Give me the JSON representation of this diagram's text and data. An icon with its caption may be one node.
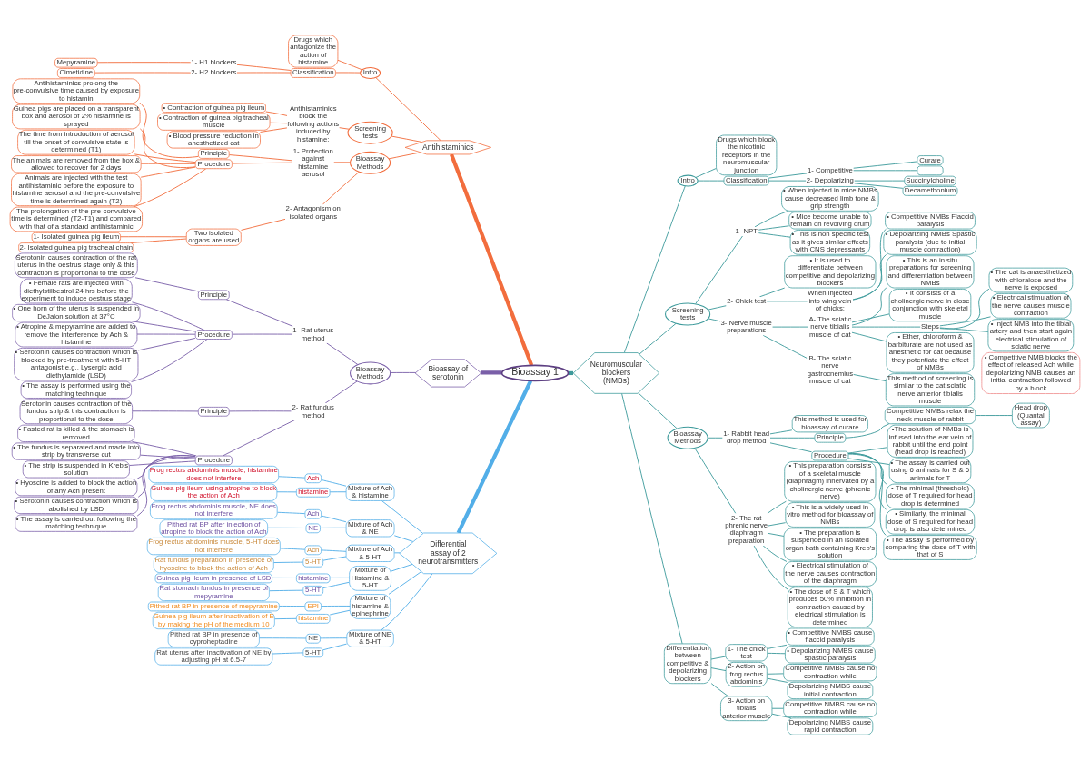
{
  "diagram": {
    "nodes": [
      {
        "text": [
          "Bioassay 1"
        ]
      },
      {
        "text": [
          "Antihistaminics"
        ]
      },
      {
        "text": [
          "Intro"
        ]
      },
      {
        "text": [
          "Drugs which antagonize the action of histamine"
        ]
      },
      {
        "text": [
          "Classification"
        ]
      },
      {
        "text": [
          "1- H1 blockers"
        ]
      },
      {
        "text": [
          "Mepyramine"
        ]
      },
      {
        "text": [
          "2- H2 blockers"
        ]
      },
      {
        "text": [
          "Cimetidine"
        ]
      },
      {
        "text": [
          "Screening tests"
        ]
      },
      {
        "text": [
          "Antihistaminics block the following actions induced by histamine:"
        ]
      },
      {
        "text": [
          "• Contraction of guinea pig ileum"
        ]
      },
      {
        "text": [
          "• Contraction of guinea pig tracheal muscle"
        ]
      },
      {
        "text": [
          "• Blood pressure reduction in anesthetized cat"
        ]
      },
      {
        "text": [
          "Bioassay Methods"
        ]
      },
      {
        "text": [
          "1- Protection against histamine aerosol"
        ]
      },
      {
        "text": [
          "Principle"
        ]
      },
      {
        "text": [
          "Antihistaminics prolong the pre-convulsive time caused by exposure to histamin"
        ]
      },
      {
        "text": [
          "Procedure"
        ]
      },
      {
        "text": [
          "Guinea pigs are placed on a transparent box and aerosol of 2% histamine is sprayed"
        ]
      },
      {
        "text": [
          "The time from introduction of aerosol till the onset of convulsive state is determined (T1)"
        ]
      },
      {
        "text": [
          "The animals are removed from the box & allowed to recover for 2 days"
        ]
      },
      {
        "text": [
          "Animals are injected with the test antihistaminic before the exposure to histamine aerosol and the pre-convulsive time is determined again (T2)"
        ]
      },
      {
        "text": [
          "The prolongation of the pre-convulsive time is determined (T2-T1) and compared with that of a standard antihistaminic"
        ]
      },
      {
        "text": [
          "2- Antagonism on isolated organs"
        ]
      },
      {
        "text": [
          "Two isolated organs are used"
        ]
      },
      {
        "text": [
          "1- Isolated guinea pig ileum"
        ]
      },
      {
        "text": [
          "2- Isolated guinea pig tracheal chain"
        ]
      },
      {
        "text": [
          "Bioassay of serotonin"
        ]
      },
      {
        "text": [
          "Bioassay Methods"
        ]
      },
      {
        "text": [
          "1- Rat uterus method"
        ]
      },
      {
        "text": [
          "Principle"
        ]
      },
      {
        "text": [
          "Serotonin causes contraction of the rat uterus in the oestrus stage only & this contraction is proportional to the dose"
        ]
      },
      {
        "text": [
          "Procedure"
        ]
      },
      {
        "text": [
          "• Female rats are injected with diethylstilbestrol 24 hrs before the experiment to induce oestrus stage"
        ]
      },
      {
        "text": [
          "• One horn of the uterus is suspended in DeJalon solution at 37°C"
        ]
      },
      {
        "text": [
          "• Atropine & mepyramine are added to remove the interference by Ach & histamine"
        ]
      },
      {
        "text": [
          "• Serotonin causes contraction which is blocked by pre-treatment with 5-HT antagonist e.g., Lysergic acid diethylamide (LSD)"
        ]
      },
      {
        "text": [
          "• The assay is performed using the matching technique"
        ]
      },
      {
        "text": [
          "2- Rat fundus method"
        ]
      },
      {
        "text": [
          "Principle"
        ]
      },
      {
        "text": [
          "Serotonin causes contraction of the fundus strip & this contraction is proportional to the dose"
        ]
      },
      {
        "text": [
          "Procedure"
        ]
      },
      {
        "text": [
          "• Fasted rat is killed & the stomach is removed"
        ]
      },
      {
        "text": [
          "• The fundus is separated and made into strip by transverse cut"
        ]
      },
      {
        "text": [
          "• The strip is suspended in Kreb's solution"
        ]
      },
      {
        "text": [
          "• Hyoscine is added to block the action of any Ach present"
        ]
      },
      {
        "text": [
          "• Serotonin causes contraction which is abolished by LSD"
        ]
      },
      {
        "text": [
          "• The assay is carried out following the matching technique"
        ]
      },
      {
        "text": [
          "Differential assay of 2 neurotransmitters"
        ]
      },
      {
        "text": [
          "Mixture of Ach & histamine"
        ]
      },
      {
        "text": [
          "Ach"
        ]
      },
      {
        "text": [
          "Frog rectus abdominis muscle, histamine does not interfere"
        ]
      },
      {
        "text": [
          "histamine"
        ]
      },
      {
        "text": [
          "Guinea pig ileum using atropine to block the action of Ach"
        ]
      },
      {
        "text": [
          "Mixture of Ach & NE"
        ]
      },
      {
        "text": [
          "Ach"
        ]
      },
      {
        "text": [
          "Frog rectus abdominis muscle, NE does not interfere"
        ]
      },
      {
        "text": [
          "NE"
        ]
      },
      {
        "text": [
          "Pithed rat BP after injection of atropine to block the action of Ach"
        ]
      },
      {
        "text": [
          "Mixture of Ach & 5-HT"
        ]
      },
      {
        "text": [
          "Ach"
        ]
      },
      {
        "text": [
          "Frog rectus abdominis muscle, 5-HT does not interfere"
        ]
      },
      {
        "text": [
          "5-HT"
        ]
      },
      {
        "text": [
          "Rat fundus preparation in presence of hyoscine to block the action of Ach"
        ]
      },
      {
        "text": [
          "Mixture of Histamine & 5-HT"
        ]
      },
      {
        "text": [
          "histamine"
        ]
      },
      {
        "text": [
          "Guinea pig ileum in presence of LSD"
        ]
      },
      {
        "text": [
          "5-HT"
        ]
      },
      {
        "text": [
          "Rat stomach fundus in presence of mepyramine"
        ]
      },
      {
        "text": [
          "Mixture of histamine & epinephrine"
        ]
      },
      {
        "text": [
          "EPI"
        ]
      },
      {
        "text": [
          "Pithed rat BP in presence of mepyramine"
        ]
      },
      {
        "text": [
          "histamine"
        ]
      },
      {
        "text": [
          "Guinea pig ileum after inactivation of E by making the pH of the medium 10"
        ]
      },
      {
        "text": [
          "Mixture of NE & 5-HT"
        ]
      },
      {
        "text": [
          "NE"
        ]
      },
      {
        "text": [
          "Pithed rat BP in presence of cyproheptadine"
        ]
      },
      {
        "text": [
          "5-HT"
        ]
      },
      {
        "text": [
          "Rat uterus after inactivation of NE by adjusting pH at 6.5-7"
        ]
      },
      {
        "text": [
          "Neuromuscular blockers (NMBs)"
        ]
      },
      {
        "text": [
          "Intro"
        ]
      },
      {
        "text": [
          "Drugs which block the nicotinic receptors in the neuromuscular junction"
        ]
      },
      {
        "text": [
          "Classification"
        ]
      },
      {
        "text": [
          "1- Competitive"
        ]
      },
      {
        "text": [
          "Curare"
        ]
      },
      {
        "text": [],
        "shape": "box"
      },
      {
        "text": [
          "2- Depolarizing"
        ]
      },
      {
        "text": [
          "Succinylcholine"
        ]
      },
      {
        "text": [
          "Decamethonium"
        ]
      },
      {
        "text": [
          "Screening tests"
        ]
      },
      {
        "text": [
          "1- NPT"
        ]
      },
      {
        "text": [
          "• When injected in mice NMBs cause decreased limb tone & grip strength"
        ]
      },
      {
        "text": [
          "• Mice become unable to remain on revolving drum"
        ]
      },
      {
        "text": [
          "• This is non specific test as it gives similar effects with CNS depressants"
        ]
      },
      {
        "text": [
          "2- Chick test"
        ]
      },
      {
        "text": [
          "• It is used to differentiate between competitive and depolarizing blockers"
        ]
      },
      {
        "text": [
          "When injected into wing vein of chicks:"
        ]
      },
      {
        "text": [
          "• Competitive NMBs Flaccid paralysis"
        ]
      },
      {
        "text": [
          "• Depolarizing NMBs Spastic paralysis (due to initial muscle contraction)"
        ]
      },
      {
        "text": [
          "3- Nerve muscle preparations"
        ]
      },
      {
        "text": [
          "A- The sciatic nerve tibialis muscle of cat"
        ]
      },
      {
        "text": [
          "• This is an in situ preparations for screening and differentiation between NMBs"
        ]
      },
      {
        "text": [
          "• It consists of a cholinergic nerve in close conjunction with skeletal muscle"
        ]
      },
      {
        "text": [
          "Steps"
        ]
      },
      {
        "text": [
          "• The cat is anaesthetized with chloralose and the nerve is exposed"
        ]
      },
      {
        "text": [
          "• Electrical stimulation of the nerve causes muscle contraction"
        ]
      },
      {
        "text": [
          "• Inject NMB into the tibial artery and then start again electrical stimulation of sciatic nerve"
        ]
      },
      {
        "text": [
          "• Ether, chloroform & barbiturate are not used as anesthetic for cat because they potentiate the effect of NMBs"
        ]
      },
      {
        "text": [
          "• Competitive NMB blocks the effect of released Ach while depolarizing NMB causes an initial contraction followed by a block"
        ]
      },
      {
        "text": [
          "B- The sciatic nerve gastrocnemius muscle of cat"
        ]
      },
      {
        "text": [
          "This method of screening is similar to the cat sciatic nerve anterior tibialis muscle"
        ]
      },
      {
        "text": [
          "Bioassay Methods"
        ]
      },
      {
        "text": [
          "1- Rabbit head drop method"
        ]
      },
      {
        "text": [
          "This method is used for bioassay of curare"
        ]
      },
      {
        "text": [
          "Principle"
        ]
      },
      {
        "text": [
          "Competitive NMBs relax the neck muscle of rabbit"
        ]
      },
      {
        "text": [
          "Head drop (Quantal assay)"
        ]
      },
      {
        "text": [
          "Procedure"
        ]
      },
      {
        "text": [
          "•The solution of NMBs is infused into the ear vein of rabbit until the end point (head drop is reached)"
        ]
      },
      {
        "text": [
          "• The assay is carried out using 6 animals for S & 6 animals for T"
        ]
      },
      {
        "text": [
          "• The minimal (threshold) dose of T required for head drop is determined"
        ]
      },
      {
        "text": [
          "• Similarly, the minimal dose of S required for head drop is also determined"
        ]
      },
      {
        "text": [
          "• The assay is performed by comparing the dose of T with that of S"
        ]
      },
      {
        "text": [
          "2- The rat phrenic nerve diaphragm preparation"
        ]
      },
      {
        "text": [
          "• This preparation consists of a skeletal muscle (diaphragm) innervated by a cholinergic nerve (phrenic nerve)"
        ]
      },
      {
        "text": [
          "• This is a widely used in vitro method for bioassay of NMBs"
        ]
      },
      {
        "text": [
          "• The preparation is suspended in an isolated organ bath containing Kreb's solution"
        ]
      },
      {
        "text": [
          "• Electrical stimulation of the nerve causes contraction of the diaphragm"
        ]
      },
      {
        "text": [
          "• The dose of S & T which produces 50% inhibition in contraction caused by electrical stimulation is determined"
        ]
      },
      {
        "text": [
          "Differentiation between competitive & depolarizing blockers"
        ]
      },
      {
        "text": [
          "1- The chick test"
        ]
      },
      {
        "text": [
          "• Competitive NMBS cause flaccid paralysis"
        ]
      },
      {
        "text": [
          "• Depolarizing NMBS cause spastic paralysis"
        ]
      },
      {
        "text": [
          "2- Action on frog rectus abdominis"
        ]
      },
      {
        "text": [
          "Competitive NMBS cause no contraction while"
        ]
      },
      {
        "text": [
          "Depolarizing NMBS cause initial contraction"
        ]
      },
      {
        "text": [
          "3- Action on tibialis anterior muscle"
        ]
      },
      {
        "text": [
          "Competitive NMBS cause no contraction while"
        ]
      },
      {
        "text": [
          "Depolarizing NMBS cause rapid contraction"
        ]
      }
    ],
    "edges": [
      {
        "from": 0,
        "to": 1,
        "arrow": "none",
        "style": "thick",
        "color": "#f26d3d"
      },
      {
        "from": 1,
        "to": 2,
        "arrow": "none",
        "color": "#f26d3d"
      },
      {
        "from": 2,
        "to": 3,
        "arrow": "none",
        "color": "#f26d3d"
      },
      {
        "from": 2,
        "to": 4,
        "arrow": "none",
        "color": "#f26d3d"
      },
      {
        "from": 4,
        "to": 5,
        "arrow": "none",
        "color": "#f26d3d"
      },
      {
        "from": 5,
        "to": 6,
        "arrow": "none",
        "color": "#f26d3d"
      },
      {
        "from": 4,
        "to": 7,
        "arrow": "none",
        "color": "#f26d3d"
      },
      {
        "from": 7,
        "to": 8,
        "arrow": "none",
        "color": "#f26d3d"
      },
      {
        "from": 1,
        "to": 9,
        "arrow": "none",
        "color": "#f26d3d"
      },
      {
        "from": 9,
        "to": 10,
        "arrow": "none",
        "color": "#f26d3d"
      },
      {
        "from": 10,
        "to": 11,
        "arrow": "none",
        "color": "#f26d3d"
      },
      {
        "from": 10,
        "to": 12,
        "arrow": "none",
        "color": "#f26d3d"
      },
      {
        "from": 10,
        "to": 13,
        "arrow": "none",
        "color": "#f26d3d"
      },
      {
        "from": 1,
        "to": 14,
        "arrow": "none",
        "color": "#f26d3d"
      },
      {
        "from": 14,
        "to": 15,
        "arrow": "none",
        "color": "#f26d3d"
      },
      {
        "from": 15,
        "to": 16,
        "arrow": "none",
        "color": "#f26d3d"
      },
      {
        "from": 16,
        "to": 17,
        "arrow": "none",
        "color": "#f26d3d"
      },
      {
        "from": 15,
        "to": 18,
        "arrow": "none",
        "color": "#f26d3d"
      },
      {
        "from": 18,
        "to": 19,
        "arrow": "none",
        "color": "#f26d3d"
      },
      {
        "from": 18,
        "to": 20,
        "arrow": "none",
        "color": "#f26d3d"
      },
      {
        "from": 18,
        "to": 21,
        "arrow": "none",
        "color": "#f26d3d"
      },
      {
        "from": 18,
        "to": 22,
        "arrow": "none",
        "color": "#f26d3d"
      },
      {
        "from": 18,
        "to": 23,
        "arrow": "none",
        "color": "#f26d3d"
      },
      {
        "from": 14,
        "to": 24,
        "arrow": "none",
        "color": "#f26d3d"
      },
      {
        "from": 24,
        "to": 25,
        "arrow": "none",
        "color": "#f26d3d"
      },
      {
        "from": 25,
        "to": 26,
        "arrow": "none",
        "color": "#f26d3d"
      },
      {
        "from": 25,
        "to": 27,
        "arrow": "none",
        "color": "#f26d3d"
      },
      {
        "from": 0,
        "to": 28,
        "arrow": "none",
        "style": "thick",
        "color": "#7a5fa8"
      },
      {
        "from": 28,
        "to": 29,
        "arrow": "none",
        "color": "#7a5fa8"
      },
      {
        "from": 29,
        "to": 30,
        "arrow": "none",
        "color": "#7a5fa8"
      },
      {
        "from": 30,
        "to": 31,
        "arrow": "none",
        "color": "#7a5fa8"
      },
      {
        "from": 31,
        "to": 32,
        "arrow": "none",
        "color": "#7a5fa8"
      },
      {
        "from": 30,
        "to": 33,
        "arrow": "none",
        "color": "#7a5fa8"
      },
      {
        "from": 33,
        "to": 34,
        "arrow": "none",
        "color": "#7a5fa8"
      },
      {
        "from": 33,
        "to": 35,
        "arrow": "none",
        "color": "#7a5fa8"
      },
      {
        "from": 33,
        "to": 36,
        "arrow": "none",
        "color": "#7a5fa8"
      },
      {
        "from": 33,
        "to": 37,
        "arrow": "none",
        "color": "#7a5fa8"
      },
      {
        "from": 33,
        "to": 38,
        "arrow": "none",
        "color": "#7a5fa8"
      },
      {
        "from": 29,
        "to": 39,
        "arrow": "none",
        "color": "#7a5fa8"
      },
      {
        "from": 39,
        "to": 40,
        "arrow": "none",
        "color": "#7a5fa8"
      },
      {
        "from": 40,
        "to": 41,
        "arrow": "none",
        "color": "#7a5fa8"
      },
      {
        "from": 39,
        "to": 42,
        "arrow": "none",
        "color": "#7a5fa8"
      },
      {
        "from": 42,
        "to": 43,
        "arrow": "none",
        "color": "#7a5fa8"
      },
      {
        "from": 42,
        "to": 44,
        "arrow": "none",
        "color": "#7a5fa8"
      },
      {
        "from": 42,
        "to": 45,
        "arrow": "none",
        "color": "#7a5fa8"
      },
      {
        "from": 42,
        "to": 46,
        "arrow": "none",
        "color": "#7a5fa8"
      },
      {
        "from": 42,
        "to": 47,
        "arrow": "none",
        "color": "#7a5fa8"
      },
      {
        "from": 42,
        "to": 48,
        "arrow": "none",
        "color": "#7a5fa8"
      },
      {
        "from": 0,
        "to": 49,
        "arrow": "none",
        "style": "thick",
        "color": "#52aee8"
      },
      {
        "from": 49,
        "to": 50,
        "arrow": "none",
        "color": "#52aee8"
      },
      {
        "from": 50,
        "to": 51,
        "arrow": "none",
        "color": "#52aee8"
      },
      {
        "from": 51,
        "to": 52,
        "arrow": "none",
        "color": "#52aee8"
      },
      {
        "from": 50,
        "to": 53,
        "arrow": "none",
        "color": "#52aee8"
      },
      {
        "from": 53,
        "to": 54,
        "arrow": "none",
        "color": "#52aee8"
      },
      {
        "from": 49,
        "to": 55,
        "arrow": "none",
        "color": "#52aee8"
      },
      {
        "from": 55,
        "to": 56,
        "arrow": "none",
        "color": "#52aee8"
      },
      {
        "from": 56,
        "to": 57,
        "arrow": "none",
        "color": "#52aee8"
      },
      {
        "from": 55,
        "to": 58,
        "arrow": "none",
        "color": "#52aee8"
      },
      {
        "from": 58,
        "to": 59,
        "arrow": "none",
        "color": "#52aee8"
      },
      {
        "from": 49,
        "to": 60,
        "arrow": "none",
        "color": "#52aee8"
      },
      {
        "from": 60,
        "to": 61,
        "arrow": "none",
        "color": "#52aee8"
      },
      {
        "from": 61,
        "to": 62,
        "arrow": "none",
        "color": "#52aee8"
      },
      {
        "from": 60,
        "to": 63,
        "arrow": "none",
        "color": "#52aee8"
      },
      {
        "from": 63,
        "to": 64,
        "arrow": "none",
        "color": "#52aee8"
      },
      {
        "from": 49,
        "to": 65,
        "arrow": "none",
        "color": "#52aee8"
      },
      {
        "from": 65,
        "to": 66,
        "arrow": "none",
        "color": "#52aee8"
      },
      {
        "from": 66,
        "to": 67,
        "arrow": "none",
        "color": "#52aee8"
      },
      {
        "from": 65,
        "to": 68,
        "arrow": "none",
        "color": "#52aee8"
      },
      {
        "from": 68,
        "to": 69,
        "arrow": "none",
        "color": "#52aee8"
      },
      {
        "from": 49,
        "to": 70,
        "arrow": "none",
        "color": "#52aee8"
      },
      {
        "from": 70,
        "to": 71,
        "arrow": "none",
        "color": "#52aee8"
      },
      {
        "from": 71,
        "to": 72,
        "arrow": "none",
        "color": "#52aee8"
      },
      {
        "from": 70,
        "to": 73,
        "arrow": "none",
        "color": "#52aee8"
      },
      {
        "from": 73,
        "to": 74,
        "arrow": "none",
        "color": "#52aee8"
      },
      {
        "from": 49,
        "to": 75,
        "arrow": "none",
        "color": "#52aee8"
      },
      {
        "from": 75,
        "to": 76,
        "arrow": "none",
        "color": "#52aee8"
      },
      {
        "from": 76,
        "to": 77,
        "arrow": "none",
        "color": "#52aee8"
      },
      {
        "from": 75,
        "to": 78,
        "arrow": "none",
        "color": "#52aee8"
      },
      {
        "from": 78,
        "to": 79,
        "arrow": "none",
        "color": "#52aee8"
      },
      {
        "from": 0,
        "to": 80,
        "arrow": "none",
        "style": "thick"
      },
      {
        "from": 80,
        "to": 81,
        "arrow": "none"
      },
      {
        "from": 81,
        "to": 82,
        "arrow": "none"
      },
      {
        "from": 81,
        "to": 83,
        "arrow": "none"
      },
      {
        "from": 83,
        "to": 84,
        "arrow": "none"
      },
      {
        "from": 84,
        "to": 85,
        "arrow": "none"
      },
      {
        "from": 84,
        "to": 86,
        "arrow": "none"
      },
      {
        "from": 83,
        "to": 87,
        "arrow": "none"
      },
      {
        "from": 87,
        "to": 88,
        "arrow": "none"
      },
      {
        "from": 87,
        "to": 89,
        "arrow": "none"
      },
      {
        "from": 80,
        "to": 90,
        "arrow": "none"
      },
      {
        "from": 90,
        "to": 91,
        "arrow": "none"
      },
      {
        "from": 91,
        "to": 92,
        "arrow": "none"
      },
      {
        "from": 91,
        "to": 93,
        "arrow": "none"
      },
      {
        "from": 91,
        "to": 94,
        "arrow": "none"
      },
      {
        "from": 90,
        "to": 95,
        "arrow": "none"
      },
      {
        "from": 95,
        "to": 96,
        "arrow": "none"
      },
      {
        "from": 95,
        "to": 97,
        "arrow": "none"
      },
      {
        "from": 97,
        "to": 98,
        "arrow": "none"
      },
      {
        "from": 97,
        "to": 99,
        "arrow": "none"
      },
      {
        "from": 90,
        "to": 100,
        "arrow": "none"
      },
      {
        "from": 100,
        "to": 101,
        "arrow": "none"
      },
      {
        "from": 101,
        "to": 102,
        "arrow": "none"
      },
      {
        "from": 101,
        "to": 103,
        "arrow": "none"
      },
      {
        "from": 101,
        "to": 104,
        "arrow": "none"
      },
      {
        "from": 104,
        "to": 105,
        "arrow": "none"
      },
      {
        "from": 104,
        "to": 106,
        "arrow": "none"
      },
      {
        "from": 104,
        "to": 107,
        "arrow": "none"
      },
      {
        "from": 101,
        "to": 108,
        "arrow": "none"
      },
      {
        "from": 100,
        "to": 110,
        "arrow": "none"
      },
      {
        "from": 110,
        "to": 111,
        "arrow": "none"
      },
      {
        "from": 80,
        "to": 112,
        "arrow": "none"
      },
      {
        "from": 112,
        "to": 113,
        "arrow": "none"
      },
      {
        "from": 113,
        "to": 114,
        "arrow": "none"
      },
      {
        "from": 113,
        "to": 115,
        "arrow": "none"
      },
      {
        "from": 115,
        "to": 116,
        "arrow": "none"
      },
      {
        "from": 116,
        "to": 117,
        "arrow": "none"
      },
      {
        "from": 113,
        "to": 118,
        "arrow": "none"
      },
      {
        "from": 118,
        "to": 119,
        "arrow": "none"
      },
      {
        "from": 118,
        "to": 120,
        "arrow": "none"
      },
      {
        "from": 118,
        "to": 121,
        "arrow": "none"
      },
      {
        "from": 118,
        "to": 122,
        "arrow": "none"
      },
      {
        "from": 118,
        "to": 123,
        "arrow": "none"
      },
      {
        "from": 112,
        "to": 124,
        "arrow": "none"
      },
      {
        "from": 124,
        "to": 125,
        "arrow": "none"
      },
      {
        "from": 124,
        "to": 126,
        "arrow": "none"
      },
      {
        "from": 124,
        "to": 127,
        "arrow": "none"
      },
      {
        "from": 124,
        "to": 128,
        "arrow": "none"
      },
      {
        "from": 124,
        "to": 129,
        "arrow": "none"
      },
      {
        "from": 80,
        "to": 130,
        "arrow": "none"
      },
      {
        "from": 130,
        "to": 131,
        "arrow": "none"
      },
      {
        "from": 131,
        "to": 132,
        "arrow": "none"
      },
      {
        "from": 131,
        "to": 133,
        "arrow": "none"
      },
      {
        "from": 130,
        "to": 134,
        "arrow": "none"
      },
      {
        "from": 134,
        "to": 135,
        "arrow": "none"
      },
      {
        "from": 134,
        "to": 136,
        "arrow": "none"
      },
      {
        "from": 130,
        "to": 137,
        "arrow": "none"
      },
      {
        "from": 137,
        "to": 138,
        "arrow": "none"
      },
      {
        "from": 137,
        "to": 139,
        "arrow": "none"
      }
    ]
  }
}
